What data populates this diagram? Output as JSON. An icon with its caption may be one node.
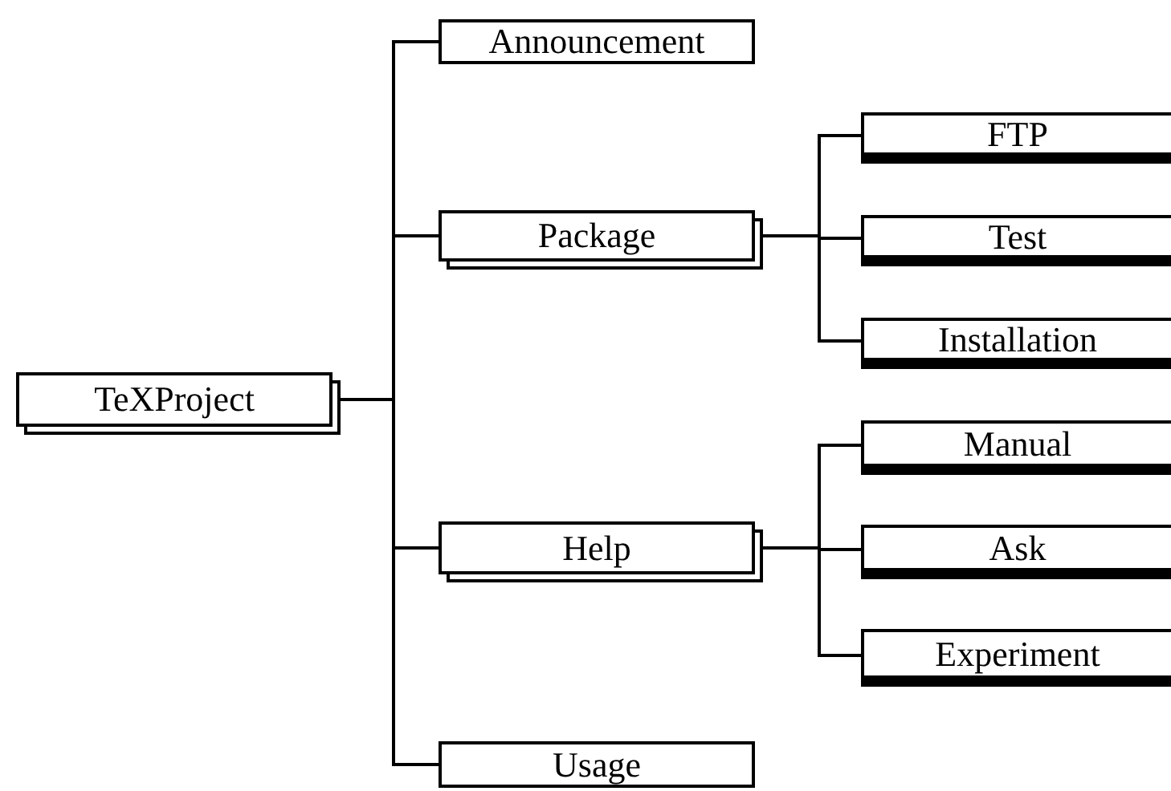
{
  "diagram": {
    "nodes": [
      {
        "text": [
          "TeXProject"
        ]
      },
      {
        "text": [
          "Announcement"
        ]
      },
      {
        "text": [
          "Package"
        ]
      },
      {
        "text": [
          "FTP"
        ]
      },
      {
        "text": [
          "Test"
        ]
      },
      {
        "text": [
          "Installation"
        ]
      },
      {
        "text": [
          "Help"
        ]
      },
      {
        "text": [
          "Manual"
        ]
      },
      {
        "text": [
          "Ask"
        ]
      },
      {
        "text": [
          "Experiment"
        ]
      },
      {
        "text": [
          "Usage"
        ]
      }
    ],
    "edges": [
      {
        "from": 0,
        "to": 1,
        "arrow": "none"
      },
      {
        "from": 0,
        "to": 2,
        "arrow": "none"
      },
      {
        "from": 0,
        "to": 6,
        "arrow": "none"
      },
      {
        "from": 0,
        "to": 10,
        "arrow": "none"
      },
      {
        "from": 2,
        "to": 3,
        "arrow": "none"
      },
      {
        "from": 2,
        "to": 4,
        "arrow": "none"
      },
      {
        "from": 2,
        "to": 5,
        "arrow": "none"
      },
      {
        "from": 6,
        "to": 7,
        "arrow": "none"
      },
      {
        "from": 6,
        "to": 8,
        "arrow": "none"
      },
      {
        "from": 6,
        "to": 9,
        "arrow": "none"
      }
    ]
  }
}
